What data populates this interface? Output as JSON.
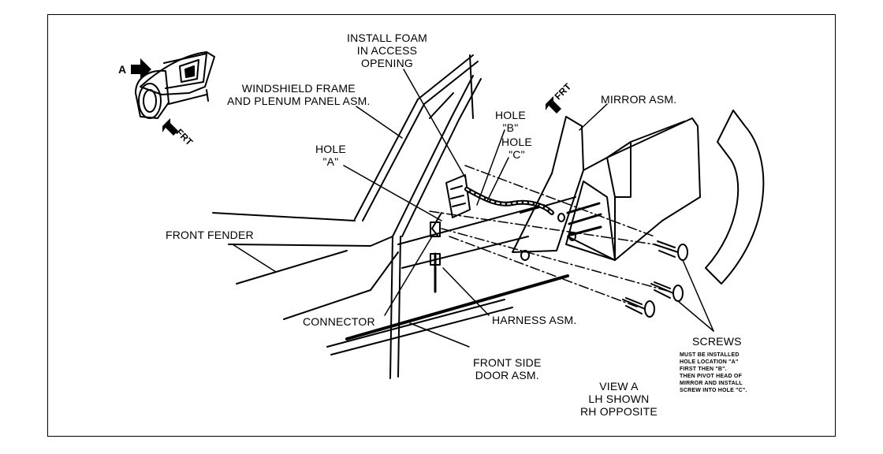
{
  "labels": {
    "install_foam": "INSTALL FOAM\nIN ACCESS\nOPENING",
    "windshield_frame": "WINDSHIELD FRAME\nAND PLENUM PANEL ASM.",
    "hole_b": "HOLE\n\"B\"",
    "hole_c": "HOLE\n\"C\"",
    "hole_a": "HOLE\n\"A\"",
    "mirror_asm": "MIRROR ASM.",
    "front_fender": "FRONT FENDER",
    "connector": "CONNECTOR",
    "harness_asm": "HARNESS ASM.",
    "front_side_door": "FRONT SIDE\nDOOR ASM.",
    "view_a": "VIEW A\nLH SHOWN\nRH OPPOSITE",
    "screws": "SCREWS",
    "screws_note": "MUST BE INSTALLED\nHOLE LOCATION \"A\"\nFIRST THEN \"B\".\nTHEN PIVOT HEAD OF\nMIRROR AND INSTALL\nSCREW INTO HOLE \"C\".",
    "view_marker": "A",
    "frt_main": "FRT",
    "frt_inset": "FRT"
  }
}
